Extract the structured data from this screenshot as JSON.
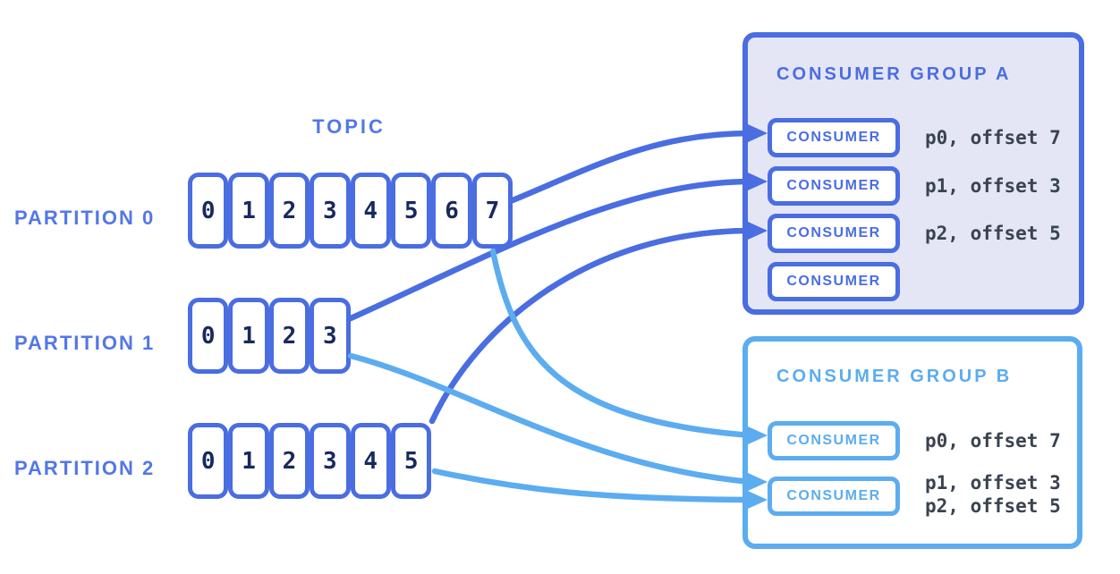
{
  "topic": {
    "label": "TOPIC"
  },
  "partitions": [
    {
      "label": "PARTITION 0",
      "cells": [
        "0",
        "1",
        "2",
        "3",
        "4",
        "5",
        "6",
        "7"
      ]
    },
    {
      "label": "PARTITION 1",
      "cells": [
        "0",
        "1",
        "2",
        "3"
      ]
    },
    {
      "label": "PARTITION 2",
      "cells": [
        "0",
        "1",
        "2",
        "3",
        "4",
        "5"
      ]
    }
  ],
  "consumer_groups": [
    {
      "title": "CONSUMER GROUP A",
      "consumers": [
        {
          "label": "CONSUMER",
          "assignments": [
            "p0, offset 7"
          ]
        },
        {
          "label": "CONSUMER",
          "assignments": [
            "p1, offset 3"
          ]
        },
        {
          "label": "CONSUMER",
          "assignments": [
            "p2, offset 5"
          ]
        },
        {
          "label": "CONSUMER",
          "assignments": []
        }
      ]
    },
    {
      "title": "CONSUMER GROUP B",
      "consumers": [
        {
          "label": "CONSUMER",
          "assignments": [
            "p0, offset 7"
          ]
        },
        {
          "label": "CONSUMER",
          "assignments": [
            "p1, offset 3",
            "p2, offset 5"
          ]
        }
      ]
    }
  ],
  "edges": [
    {
      "from": "partition-0",
      "to": "group-a-consumer-0",
      "style": "dark"
    },
    {
      "from": "partition-1",
      "to": "group-a-consumer-1",
      "style": "dark"
    },
    {
      "from": "partition-2",
      "to": "group-a-consumer-2",
      "style": "dark"
    },
    {
      "from": "partition-0",
      "to": "group-b-consumer-0",
      "style": "light"
    },
    {
      "from": "partition-1",
      "to": "group-b-consumer-1",
      "style": "light"
    },
    {
      "from": "partition-2",
      "to": "group-b-consumer-1",
      "style": "light"
    }
  ],
  "colors": {
    "accent_dark": "#4A6DE1",
    "accent_light": "#5CACF0",
    "partition_label_blue": "#5377E8",
    "digit_navy": "#17295E",
    "offset_text": "#3A4350",
    "group_a_fill": "#E4E6F5"
  }
}
